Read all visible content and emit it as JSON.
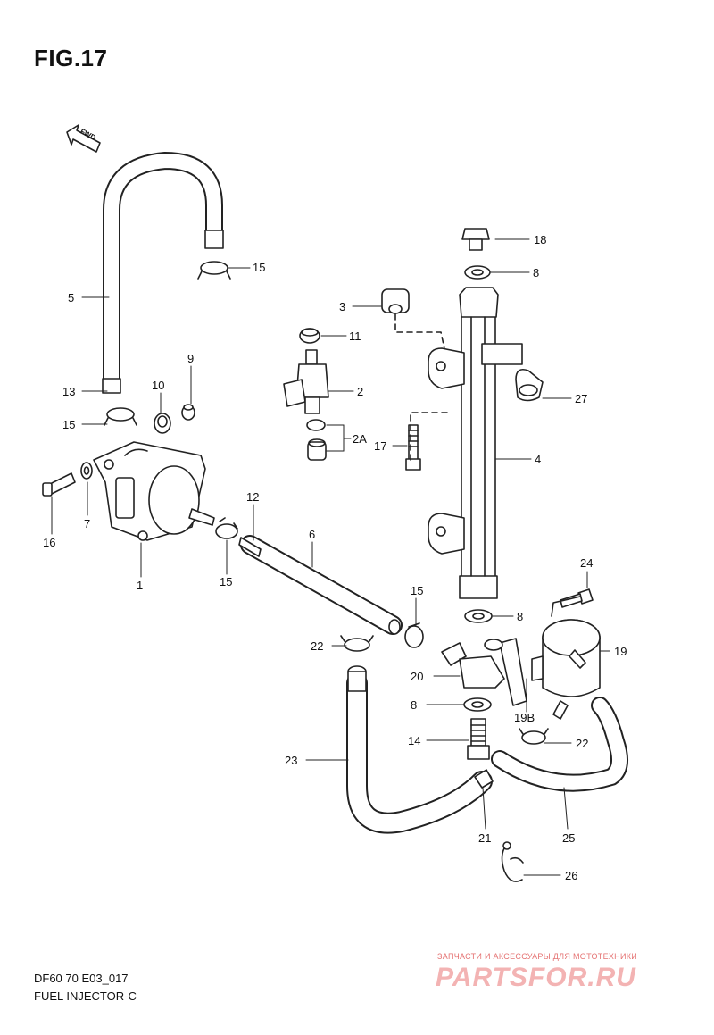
{
  "figure": {
    "title": "FIG.17",
    "fwd_label": "FWD",
    "code": "DF60 70 E03_017",
    "name": "FUEL INJECTOR-C"
  },
  "parts": [
    {
      "id": "p18",
      "label": "18"
    },
    {
      "id": "p8a",
      "label": "8"
    },
    {
      "id": "p15a",
      "label": "15"
    },
    {
      "id": "p5",
      "label": "5"
    },
    {
      "id": "p3",
      "label": "3"
    },
    {
      "id": "p11",
      "label": "11"
    },
    {
      "id": "p9",
      "label": "9"
    },
    {
      "id": "p10",
      "label": "10"
    },
    {
      "id": "p2",
      "label": "2"
    },
    {
      "id": "p27",
      "label": "27"
    },
    {
      "id": "p13",
      "label": "13"
    },
    {
      "id": "p15b",
      "label": "15"
    },
    {
      "id": "p2a",
      "label": "2A"
    },
    {
      "id": "p17",
      "label": "17"
    },
    {
      "id": "p4",
      "label": "4"
    },
    {
      "id": "p12",
      "label": "12"
    },
    {
      "id": "p6",
      "label": "6"
    },
    {
      "id": "p7",
      "label": "7"
    },
    {
      "id": "p16",
      "label": "16"
    },
    {
      "id": "p1",
      "label": "1"
    },
    {
      "id": "p15c",
      "label": "15"
    },
    {
      "id": "p24",
      "label": "24"
    },
    {
      "id": "p15d",
      "label": "15"
    },
    {
      "id": "p8b",
      "label": "8"
    },
    {
      "id": "p22a",
      "label": "22"
    },
    {
      "id": "p19",
      "label": "19"
    },
    {
      "id": "p20",
      "label": "20"
    },
    {
      "id": "p8c",
      "label": "8"
    },
    {
      "id": "p19b",
      "label": "19B"
    },
    {
      "id": "p14",
      "label": "14"
    },
    {
      "id": "p22b",
      "label": "22"
    },
    {
      "id": "p23",
      "label": "23"
    },
    {
      "id": "p21",
      "label": "21"
    },
    {
      "id": "p25",
      "label": "25"
    },
    {
      "id": "p26",
      "label": "26"
    }
  ],
  "watermark": {
    "tagline": "ЗАПЧАСТИ И АКСЕССУАРЫ ДЛЯ МОТОТЕХНИКИ",
    "logo": "PARTSFOR.RU"
  }
}
